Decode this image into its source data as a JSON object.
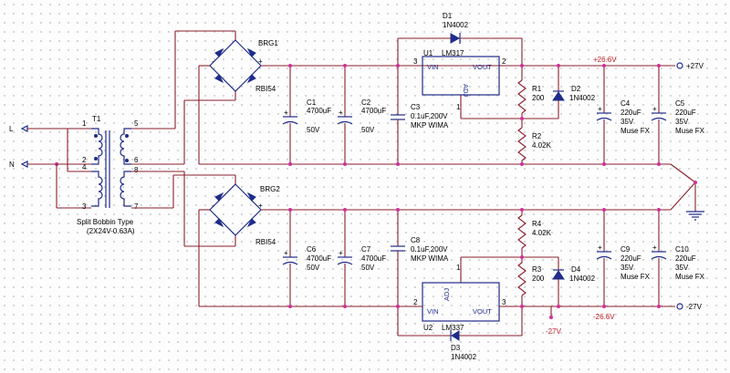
{
  "labels": {
    "inL": "L",
    "inN": "N"
  },
  "pins": {
    "p1": "1",
    "p2": "2",
    "p3": "3",
    "p4": "4",
    "p5": "5",
    "p6": "6",
    "p7": "7",
    "p8": "8"
  },
  "t1": {
    "ref": "T1",
    "note1": "Split Bobbin Type",
    "note2": "(2X24V-0.63A)"
  },
  "brg1": {
    "ref": "BRG1",
    "part": "RBI54"
  },
  "brg2": {
    "ref": "BRG2",
    "part": "RBI54"
  },
  "u1": {
    "ref": "U1",
    "part": "LM317",
    "vin": "VIN",
    "vout": "VOUT",
    "adj": "ADJ",
    "pin_in": "3",
    "pin_out": "2",
    "pin_adj": "1"
  },
  "u2": {
    "ref": "U2",
    "part": "LM337",
    "vin": "VIN",
    "vout": "VOUT",
    "adj": "ADJ",
    "pin_in": "2",
    "pin_out": "3",
    "pin_adj": "1"
  },
  "caps": {
    "c1": [
      "C1",
      "4700uF",
      "50V"
    ],
    "c2": [
      "C2",
      "4700uF",
      "50V"
    ],
    "c3": [
      "C3",
      "0.1uF,200V",
      "MKP WIMA"
    ],
    "c4": [
      "C4",
      "220uF",
      "35V",
      "Muse FX"
    ],
    "c5": [
      "C5",
      "220uF",
      "35V",
      "Muse FX"
    ],
    "c6": [
      "C6",
      "4700uF",
      "50V"
    ],
    "c7": [
      "C7",
      "4700uF",
      "50V"
    ],
    "c8": [
      "C8",
      "0.1uF,200V",
      "MKP WIMA"
    ],
    "c9": [
      "C9",
      "220uF",
      "35V",
      "Muse FX"
    ],
    "c10": [
      "C10",
      "220uF",
      "35V",
      "Muse FX"
    ]
  },
  "resistors": {
    "r1": [
      "R1",
      "200"
    ],
    "r2": [
      "R2",
      "4.02K"
    ],
    "r3": [
      "R3",
      "200"
    ],
    "r4": [
      "R4",
      "4.02K"
    ]
  },
  "diodes": {
    "d1": [
      "D1",
      "1N4002"
    ],
    "d2": [
      "D2",
      "1N4002"
    ],
    "d3": [
      "D3",
      "1N4002"
    ],
    "d4": [
      "D4",
      "1N4002"
    ]
  },
  "outputs": {
    "pos": "+27V",
    "neg": "-27V",
    "pos_reg": "+26.6V",
    "neg_reg": "-26.6V",
    "test_point": "-27V"
  },
  "colors": {
    "wire": "#8a1f2b",
    "component": "#1f2c8a",
    "junction": "#d0309a",
    "voltage_note": "#c0202a"
  }
}
